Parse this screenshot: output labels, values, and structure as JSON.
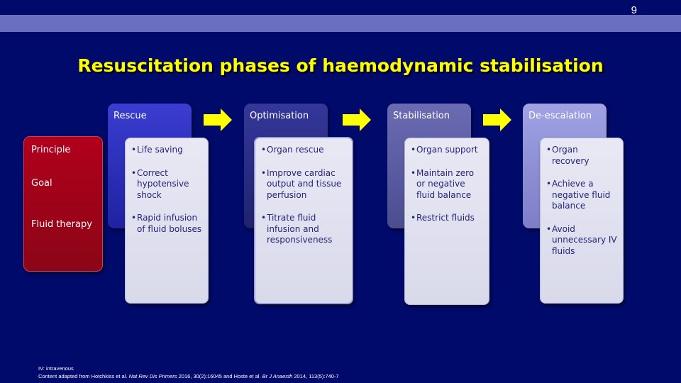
{
  "page_number": "9",
  "title": "Resuscitation phases of haemodynamic stabilisation",
  "row_labels": [
    "Principle",
    "Goal",
    "Fluid therapy"
  ],
  "phases": [
    {
      "name": "Rescue",
      "color": "#2c2fb8",
      "items": [
        "Life saving",
        "Correct hypotensive shock",
        "Rapid infusion of fluid boluses"
      ]
    },
    {
      "name": "Optimisation",
      "color": "#2a2d8a",
      "items": [
        "Organ rescue",
        "Improve cardiac output and tissue perfusion",
        "Titrate fluid infusion and responsiveness"
      ]
    },
    {
      "name": "Stabilisation",
      "color": "#5e5fa6",
      "items": [
        "Organ support",
        "Maintain zero or negative fluid balance",
        "Restrict fluids"
      ]
    },
    {
      "name": "De-escalation",
      "color": "#8d8fd6",
      "items": [
        "Organ recovery",
        "Achieve a negative fluid balance",
        "Avoid unnecessary IV fluids"
      ]
    }
  ],
  "arrow_color": "#ffff00",
  "footer": {
    "abbrev": "IV: intravenous",
    "reference_prefix": "Content adapted from Hotchkiss et al. ",
    "journal1": "Nat Rev Dis Primers",
    "reference_mid": " 2016, 30(2):16045 and Hoste et al. ",
    "journal2": "Br J Anaesth",
    "reference_suffix": " 2014, 113(5):740-7"
  }
}
